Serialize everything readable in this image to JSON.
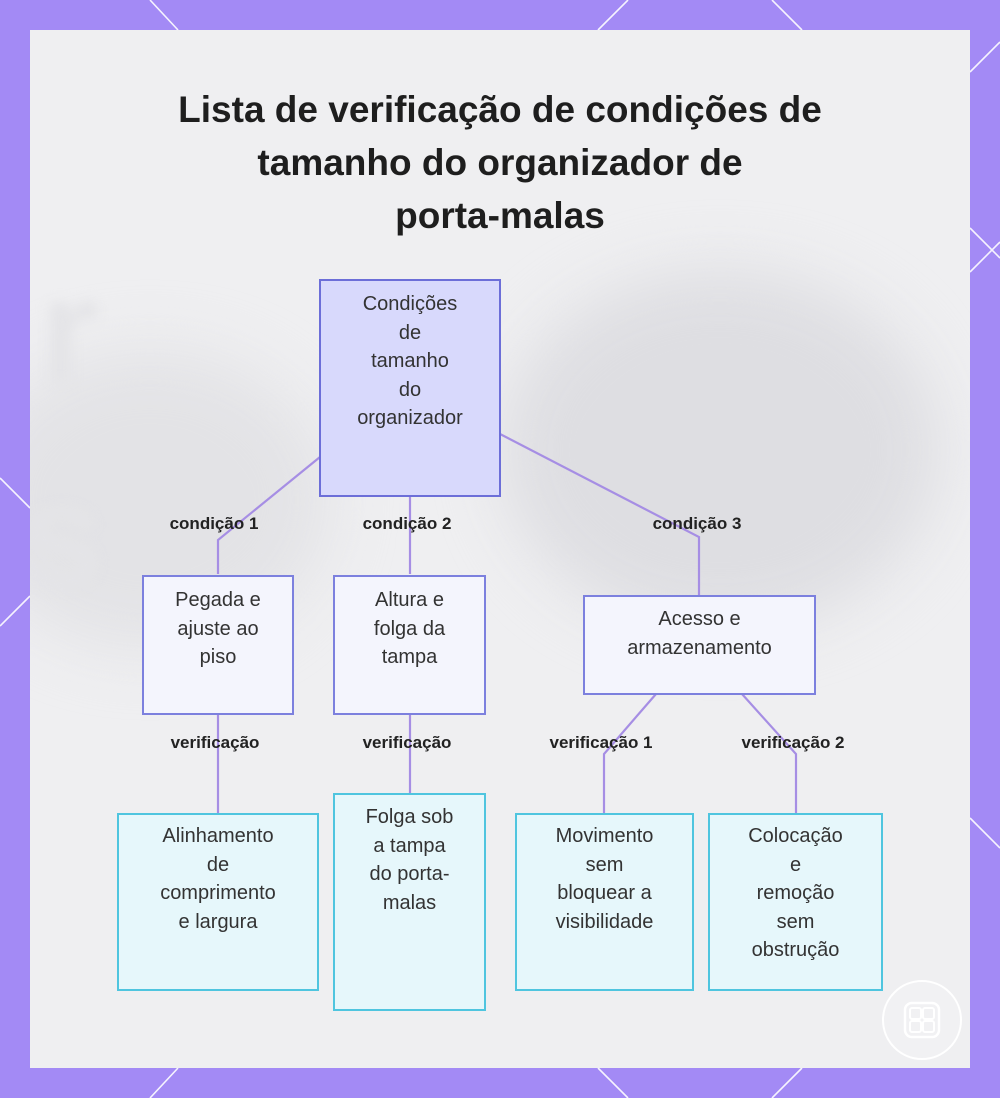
{
  "title": {
    "lines": [
      "Lista de verificação de condições de",
      "tamanho do organizador de",
      "porta-malas"
    ]
  },
  "colors": {
    "frame": "#a38af5",
    "panel": "#efeff1",
    "connector": "#a68ee4",
    "root_fill": "#d8d9fc",
    "root_border": "#6c6ed8",
    "mid_fill": "#f4f5fd",
    "mid_border": "#7c80de",
    "leaf_fill": "#e6f7fb",
    "leaf_border": "#4fc5df"
  },
  "diagram": {
    "root": {
      "lines": [
        "Condições",
        "de",
        "tamanho",
        "do",
        "organizador"
      ]
    },
    "conditions": [
      {
        "label": "condição 1",
        "node": [
          "Pegada e",
          "ajuste ao",
          "piso"
        ],
        "checks": [
          {
            "label": "verificação",
            "node": [
              "Alinhamento",
              "de",
              "comprimento",
              "e largura"
            ]
          }
        ]
      },
      {
        "label": "condição 2",
        "node": [
          "Altura e",
          "folga da",
          "tampa"
        ],
        "checks": [
          {
            "label": "verificação",
            "node": [
              "Folga sob",
              "a tampa",
              "do porta-",
              "malas"
            ]
          }
        ]
      },
      {
        "label": "condição 3",
        "node": [
          "Acesso e",
          "armazenamento"
        ],
        "checks": [
          {
            "label": "verificação 1",
            "node": [
              "Movimento",
              "sem",
              "bloquear a",
              "visibilidade"
            ]
          },
          {
            "label": "verificação 2",
            "node": [
              "Colocação",
              "e",
              "remoção",
              "sem",
              "obstrução"
            ]
          }
        ]
      }
    ]
  },
  "logo": {
    "icon": "grid-logo-icon"
  }
}
